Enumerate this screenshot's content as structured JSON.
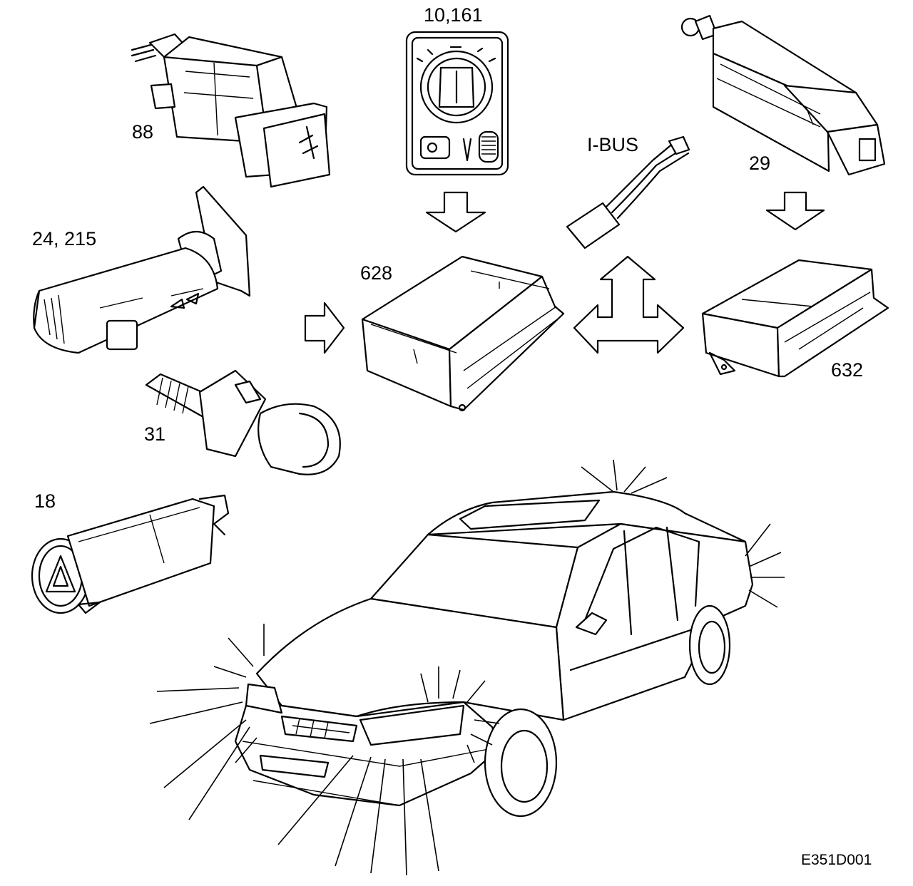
{
  "labels": {
    "light_switch": "10,161",
    "fog_light_switch": "88",
    "brake_light_switch": "29",
    "ibus": "I-BUS",
    "turn_signal_stalk": "24, 215",
    "central_module": "628",
    "second_module": "632",
    "temperature_sender": "31",
    "hazard_switch": "18",
    "figure_code": "E351D001"
  },
  "colors": {
    "line": "#000000",
    "background": "#ffffff"
  }
}
